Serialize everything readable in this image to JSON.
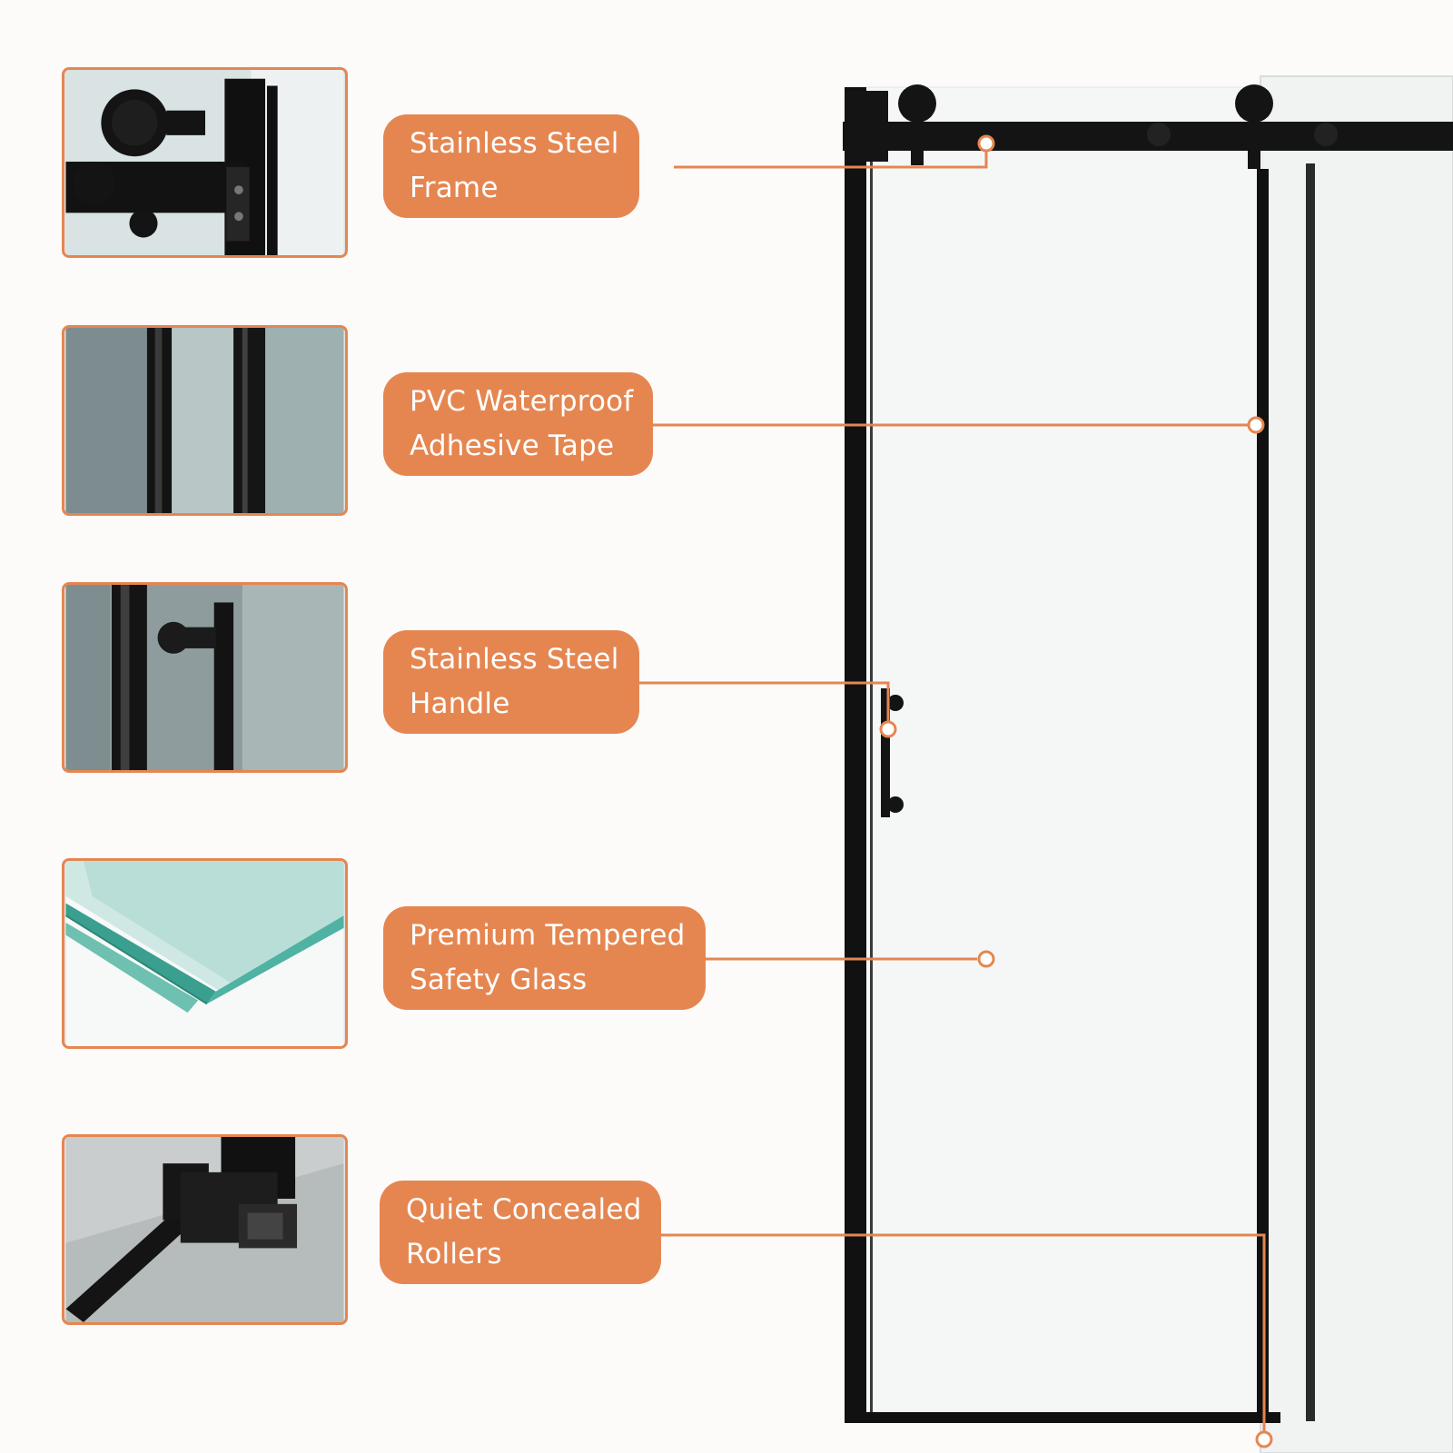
{
  "colors": {
    "accent": "#e58651",
    "frame": "#111111",
    "glass": "#f4f6f6",
    "background": "#fcfbf9"
  },
  "features": [
    {
      "line1": "Stainless Steel",
      "line2": "Frame",
      "thumb_icon": "roller-hardware-icon"
    },
    {
      "line1": "PVC Waterproof",
      "line2": "Adhesive Tape",
      "thumb_icon": "seal-strip-icon"
    },
    {
      "line1": "Stainless Steel",
      "line2": "Handle",
      "thumb_icon": "door-handle-icon"
    },
    {
      "line1": "Premium Tempered",
      "line2": "Safety Glass",
      "thumb_icon": "glass-panels-icon"
    },
    {
      "line1": "Quiet Concealed",
      "line2": "Rollers",
      "thumb_icon": "bottom-guide-icon"
    }
  ]
}
